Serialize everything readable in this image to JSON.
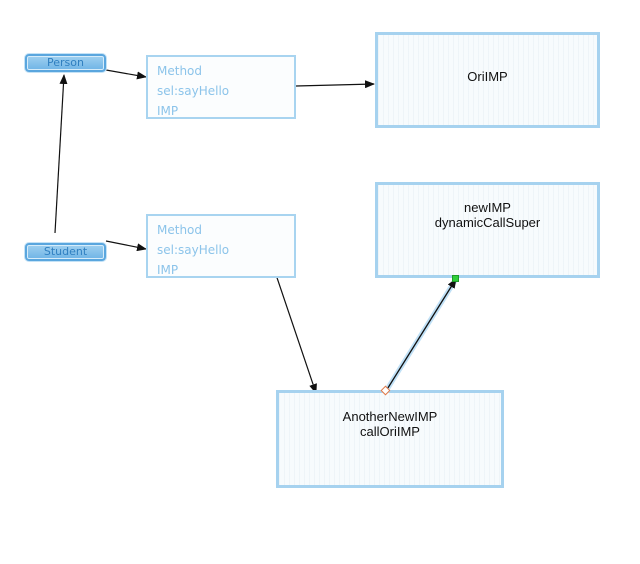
{
  "nodes": {
    "person": {
      "label": "Person"
    },
    "student": {
      "label": "Student"
    },
    "person_method": {
      "lines": [
        "Method",
        "sel:sayHello",
        "IMP"
      ]
    },
    "student_method": {
      "lines": [
        "Method",
        "sel:sayHello",
        "IMP"
      ]
    },
    "ori_imp": {
      "lines": [
        "OriIMP"
      ]
    },
    "new_imp": {
      "lines": [
        "newIMP",
        "dynamicCallSuper"
      ]
    },
    "another_new_imp": {
      "lines": [
        "AnotherNewIMP",
        "callOriIMP"
      ]
    }
  },
  "edges": [
    {
      "from": "student",
      "to": "person"
    },
    {
      "from": "person",
      "to": "person_method"
    },
    {
      "from": "person_method",
      "to": "ori_imp"
    },
    {
      "from": "student",
      "to": "student_method"
    },
    {
      "from": "student_method",
      "to": "another_new_imp"
    },
    {
      "from": "another_new_imp",
      "to": "new_imp",
      "selected": true
    }
  ],
  "colors": {
    "box_border": "#a6d2ef",
    "method_text": "#8cc4ea",
    "pill_fill": "#7fbfea",
    "pill_text": "#2f7fc0",
    "arrow": "#111111",
    "handle_start": "#e07a4a",
    "handle_end": "#2fcf3a"
  }
}
